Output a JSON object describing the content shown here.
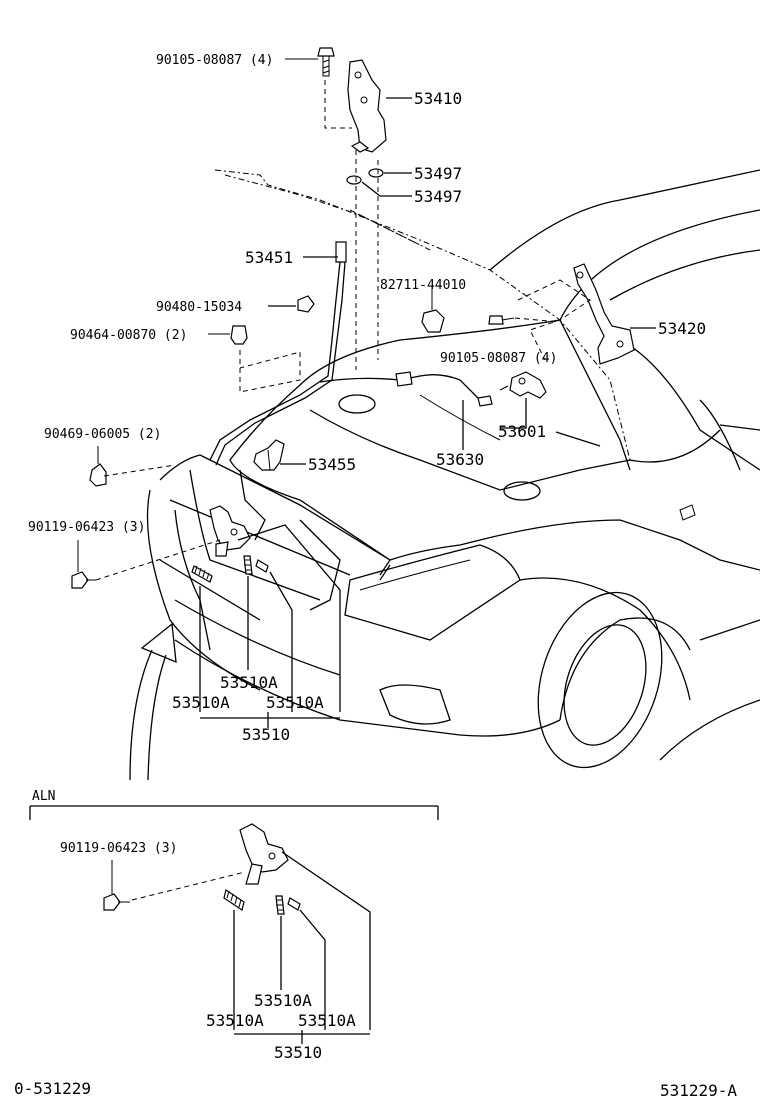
{
  "labels": {
    "p90105_top": "90105-08087 (4)",
    "p53410": "53410",
    "p53497_a": "53497",
    "p53497_b": "53497",
    "p53451": "53451",
    "p90480": "90480-15034",
    "p90464": "90464-00870 (2)",
    "p82711": "82711-44010",
    "p53420": "53420",
    "p90105_mid": "90105-08087 (4)",
    "p90469": "90469-06005 (2)",
    "p53601": "53601",
    "p53455": "53455",
    "p53630": "53630",
    "p90119_a": "90119-06423 (3)",
    "p53510A_1": "53510A",
    "p53510A_2": "53510A",
    "p53510A_3": "53510A",
    "p53510": "53510",
    "aln": "ALN",
    "p90119_b": "90119-06423 (3)",
    "p53510A_4": "53510A",
    "p53510A_5": "53510A",
    "p53510A_6": "53510A",
    "p53510_b": "53510"
  },
  "footer": {
    "left": "0-531229",
    "right": "531229-A"
  }
}
